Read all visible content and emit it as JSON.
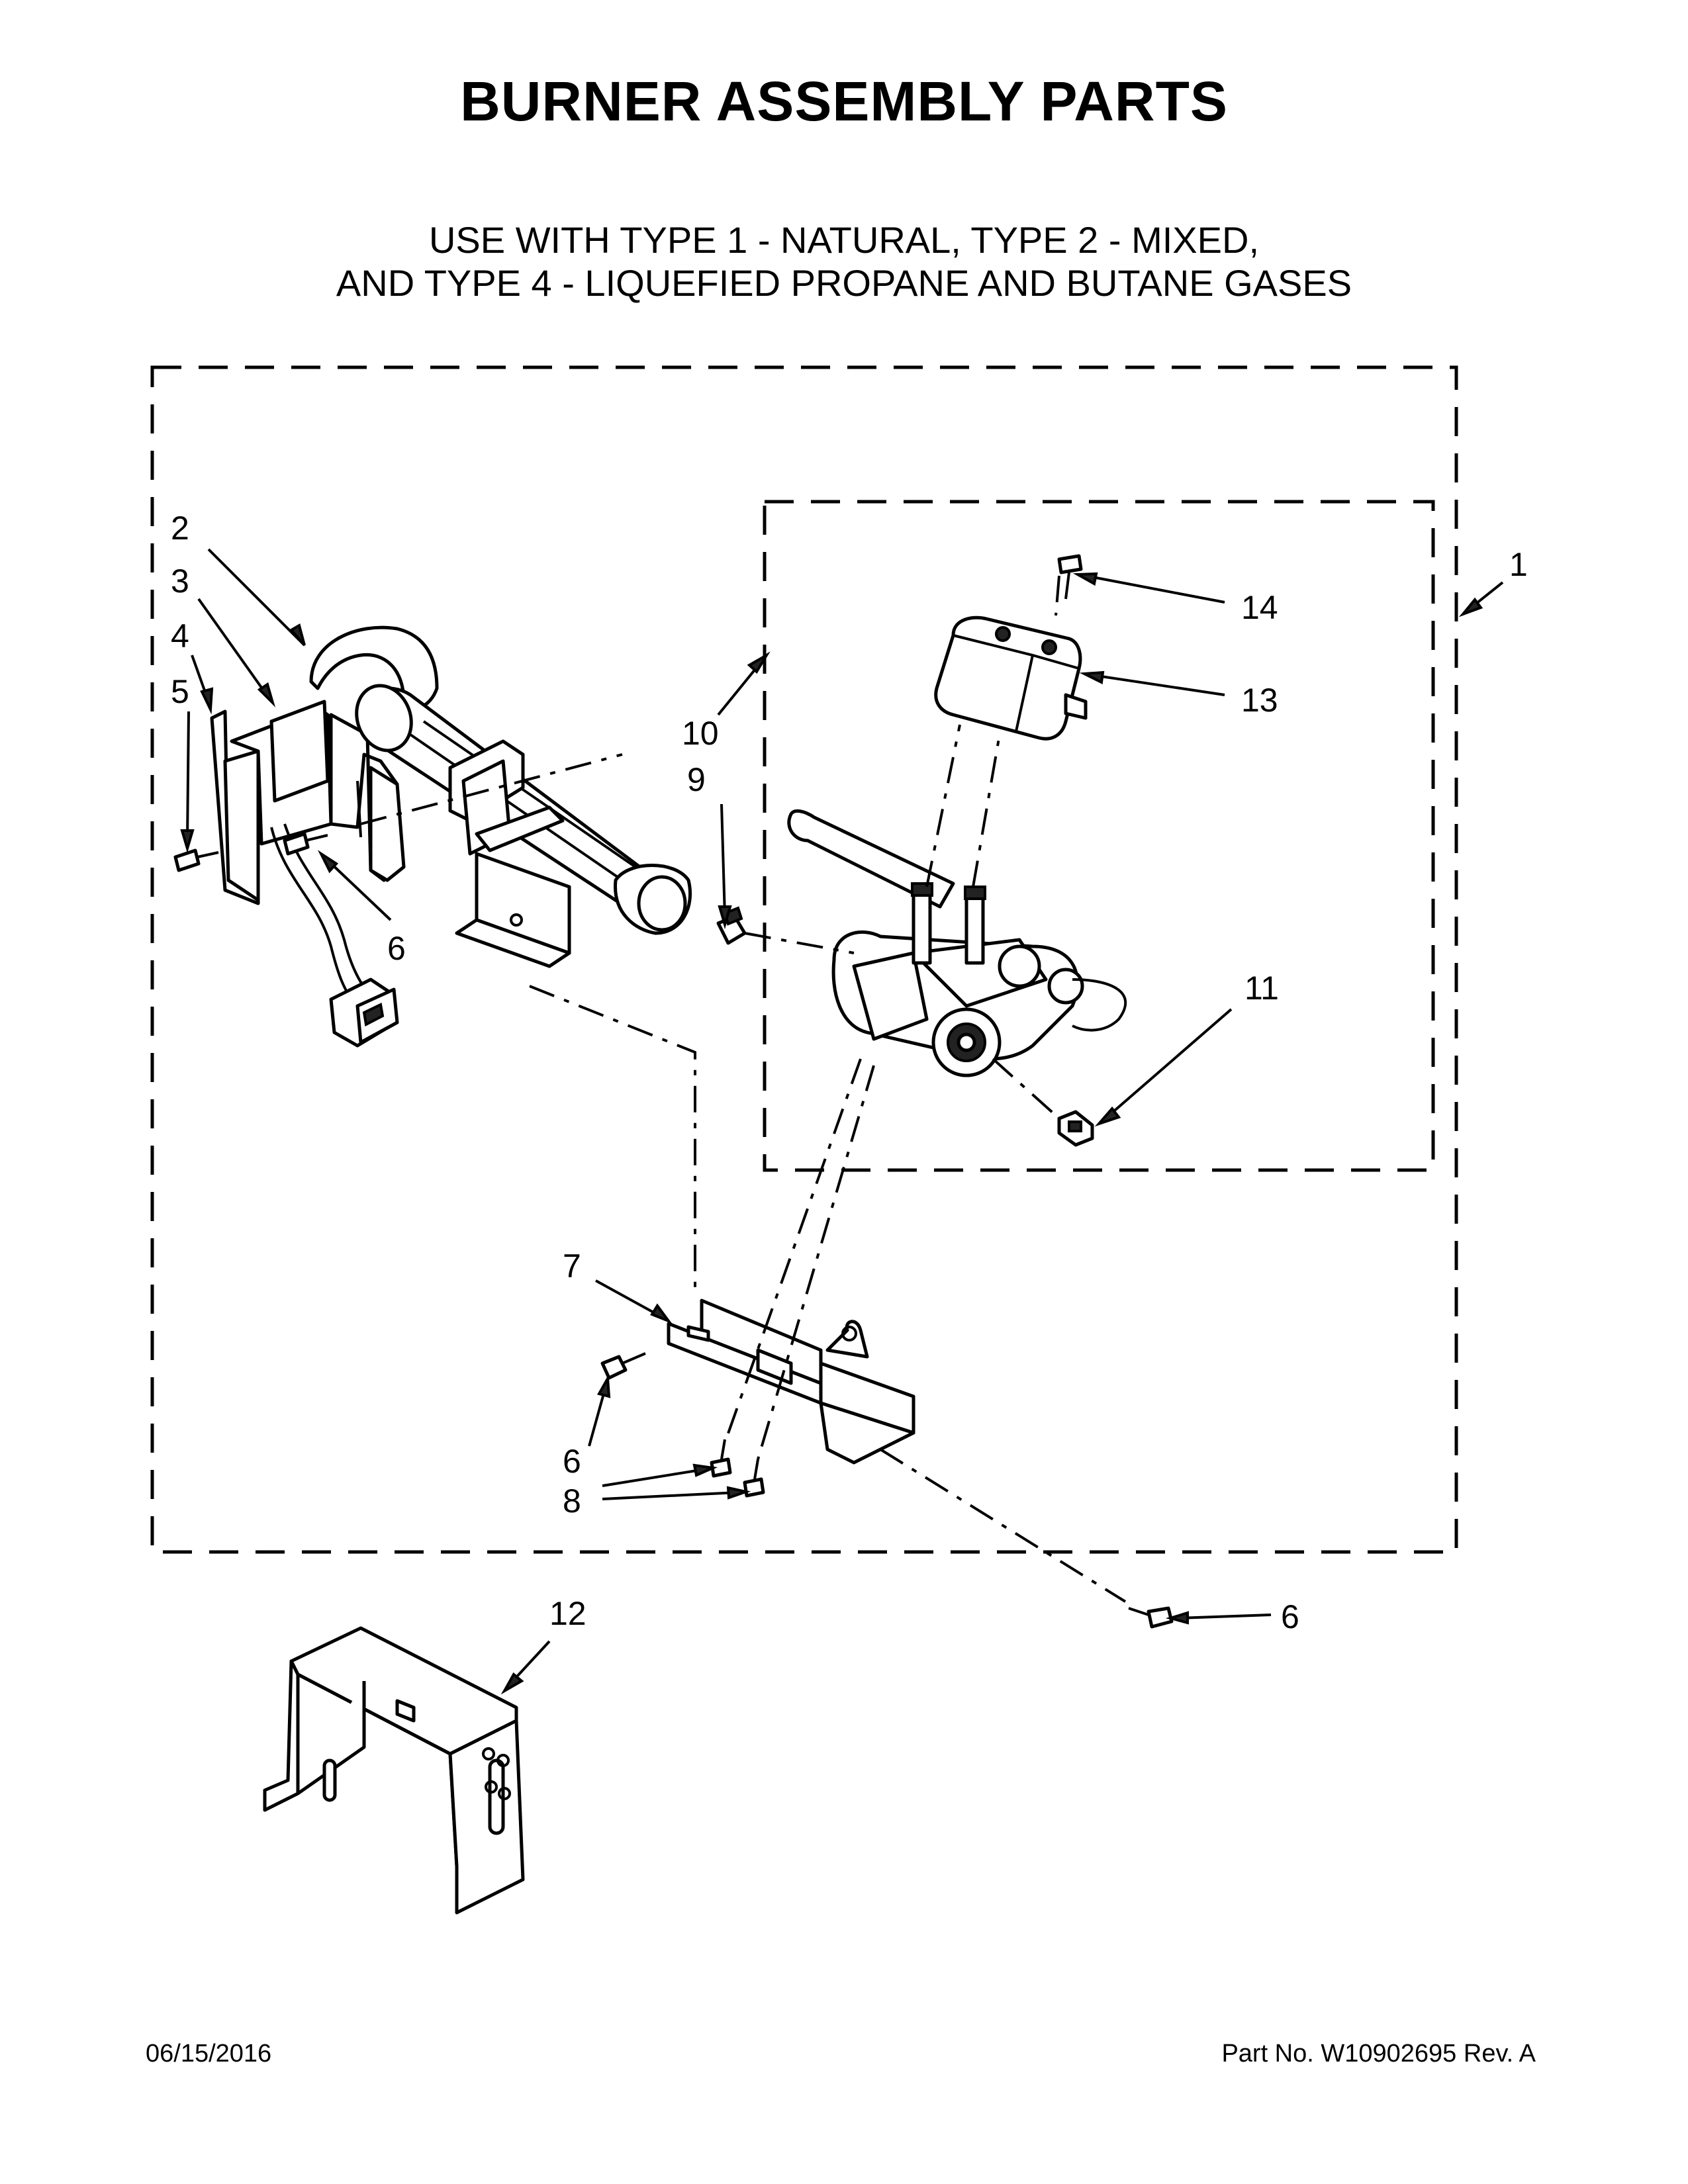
{
  "title": "BURNER ASSEMBLY PARTS",
  "subtitle_line1": "USE WITH TYPE 1 - NATURAL, TYPE 2 - MIXED,",
  "subtitle_line2": "AND TYPE 4 - LIQUEFIED PROPANE AND BUTANE GASES",
  "callouts": {
    "c1": "1",
    "c2": "2",
    "c3": "3",
    "c4": "4",
    "c5": "5",
    "c6a": "6",
    "c6b": "6",
    "c6c": "6",
    "c7": "7",
    "c8": "8",
    "c9": "9",
    "c10": "10",
    "c11": "11",
    "c12": "12",
    "c13": "13",
    "c14": "14"
  },
  "footer": {
    "date": "06/15/2016",
    "part_number": "Part No.  W10902695  Rev.  A"
  }
}
